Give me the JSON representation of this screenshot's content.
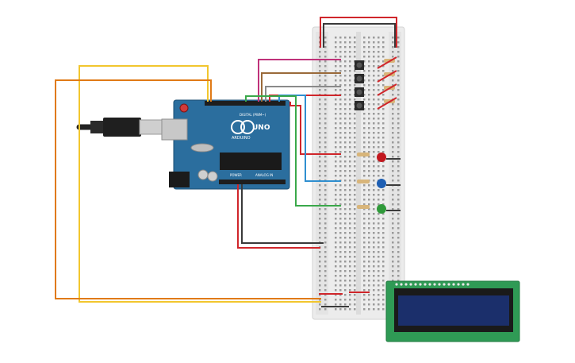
{
  "arduino": {
    "logo_text": "UNO",
    "brand_text": "ARDUINO",
    "digital_label": "DIGITAL (PWM~)",
    "power_label": "POWER",
    "analog_label": "ANALOG IN"
  },
  "colors": {
    "board": "#2b6e9e",
    "board_edge": "#1d4f73",
    "breadboard": "#ececec",
    "lcd_pcb": "#2f9a55",
    "lcd_screen": "#1b2f6b",
    "wire_red": "#d0262b",
    "wire_black": "#3a3a3a",
    "wire_yellow": "#f2c62e",
    "wire_orange": "#e07a16",
    "wire_blue": "#2f8fd0",
    "wire_green": "#3aa84a",
    "wire_magenta": "#c0327a",
    "wire_brown": "#9a6a3a",
    "wire_gray": "#8a8a8a",
    "led_red": "#c2181f",
    "led_blue": "#1e5fb3",
    "led_green": "#2f9a3a"
  }
}
